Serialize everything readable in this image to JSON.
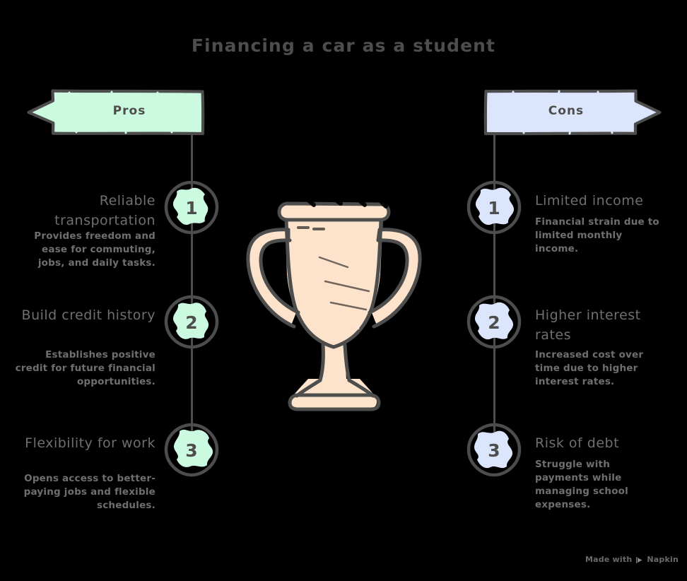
{
  "page": {
    "title": "Financing a car as a student",
    "background_color": "#000000",
    "text_color": "#6f6f6f",
    "outline_color": "#4d4d4d"
  },
  "columns": {
    "pros": {
      "banner_label": "Pros",
      "arrow_direction": "left",
      "fill_color": "#ccfae0",
      "items": [
        {
          "number": "1",
          "title": "Reliable transportation",
          "description": "Provides freedom and ease for commuting, jobs, and daily tasks."
        },
        {
          "number": "2",
          "title": "Build credit history",
          "description": "Establishes positive credit for future financial opportunities."
        },
        {
          "number": "3",
          "title": "Flexibility for work",
          "description": "Opens access to better-paying jobs and flexible schedules."
        }
      ]
    },
    "cons": {
      "banner_label": "Cons",
      "arrow_direction": "right",
      "fill_color": "#dbe5fb",
      "items": [
        {
          "number": "1",
          "title": "Limited income",
          "description": "Financial strain due to limited monthly income."
        },
        {
          "number": "2",
          "title": "Higher interest rates",
          "description": "Increased cost over time due to higher interest rates."
        },
        {
          "number": "3",
          "title": "Risk of debt",
          "description": "Struggle with payments while managing school expenses."
        }
      ]
    }
  },
  "illustration": {
    "name": "trophy-illustration",
    "fill_color": "#fde3cc"
  },
  "footer": {
    "text": "Made with",
    "brand": "Napkin",
    "icon": "napkin-logo-icon"
  }
}
